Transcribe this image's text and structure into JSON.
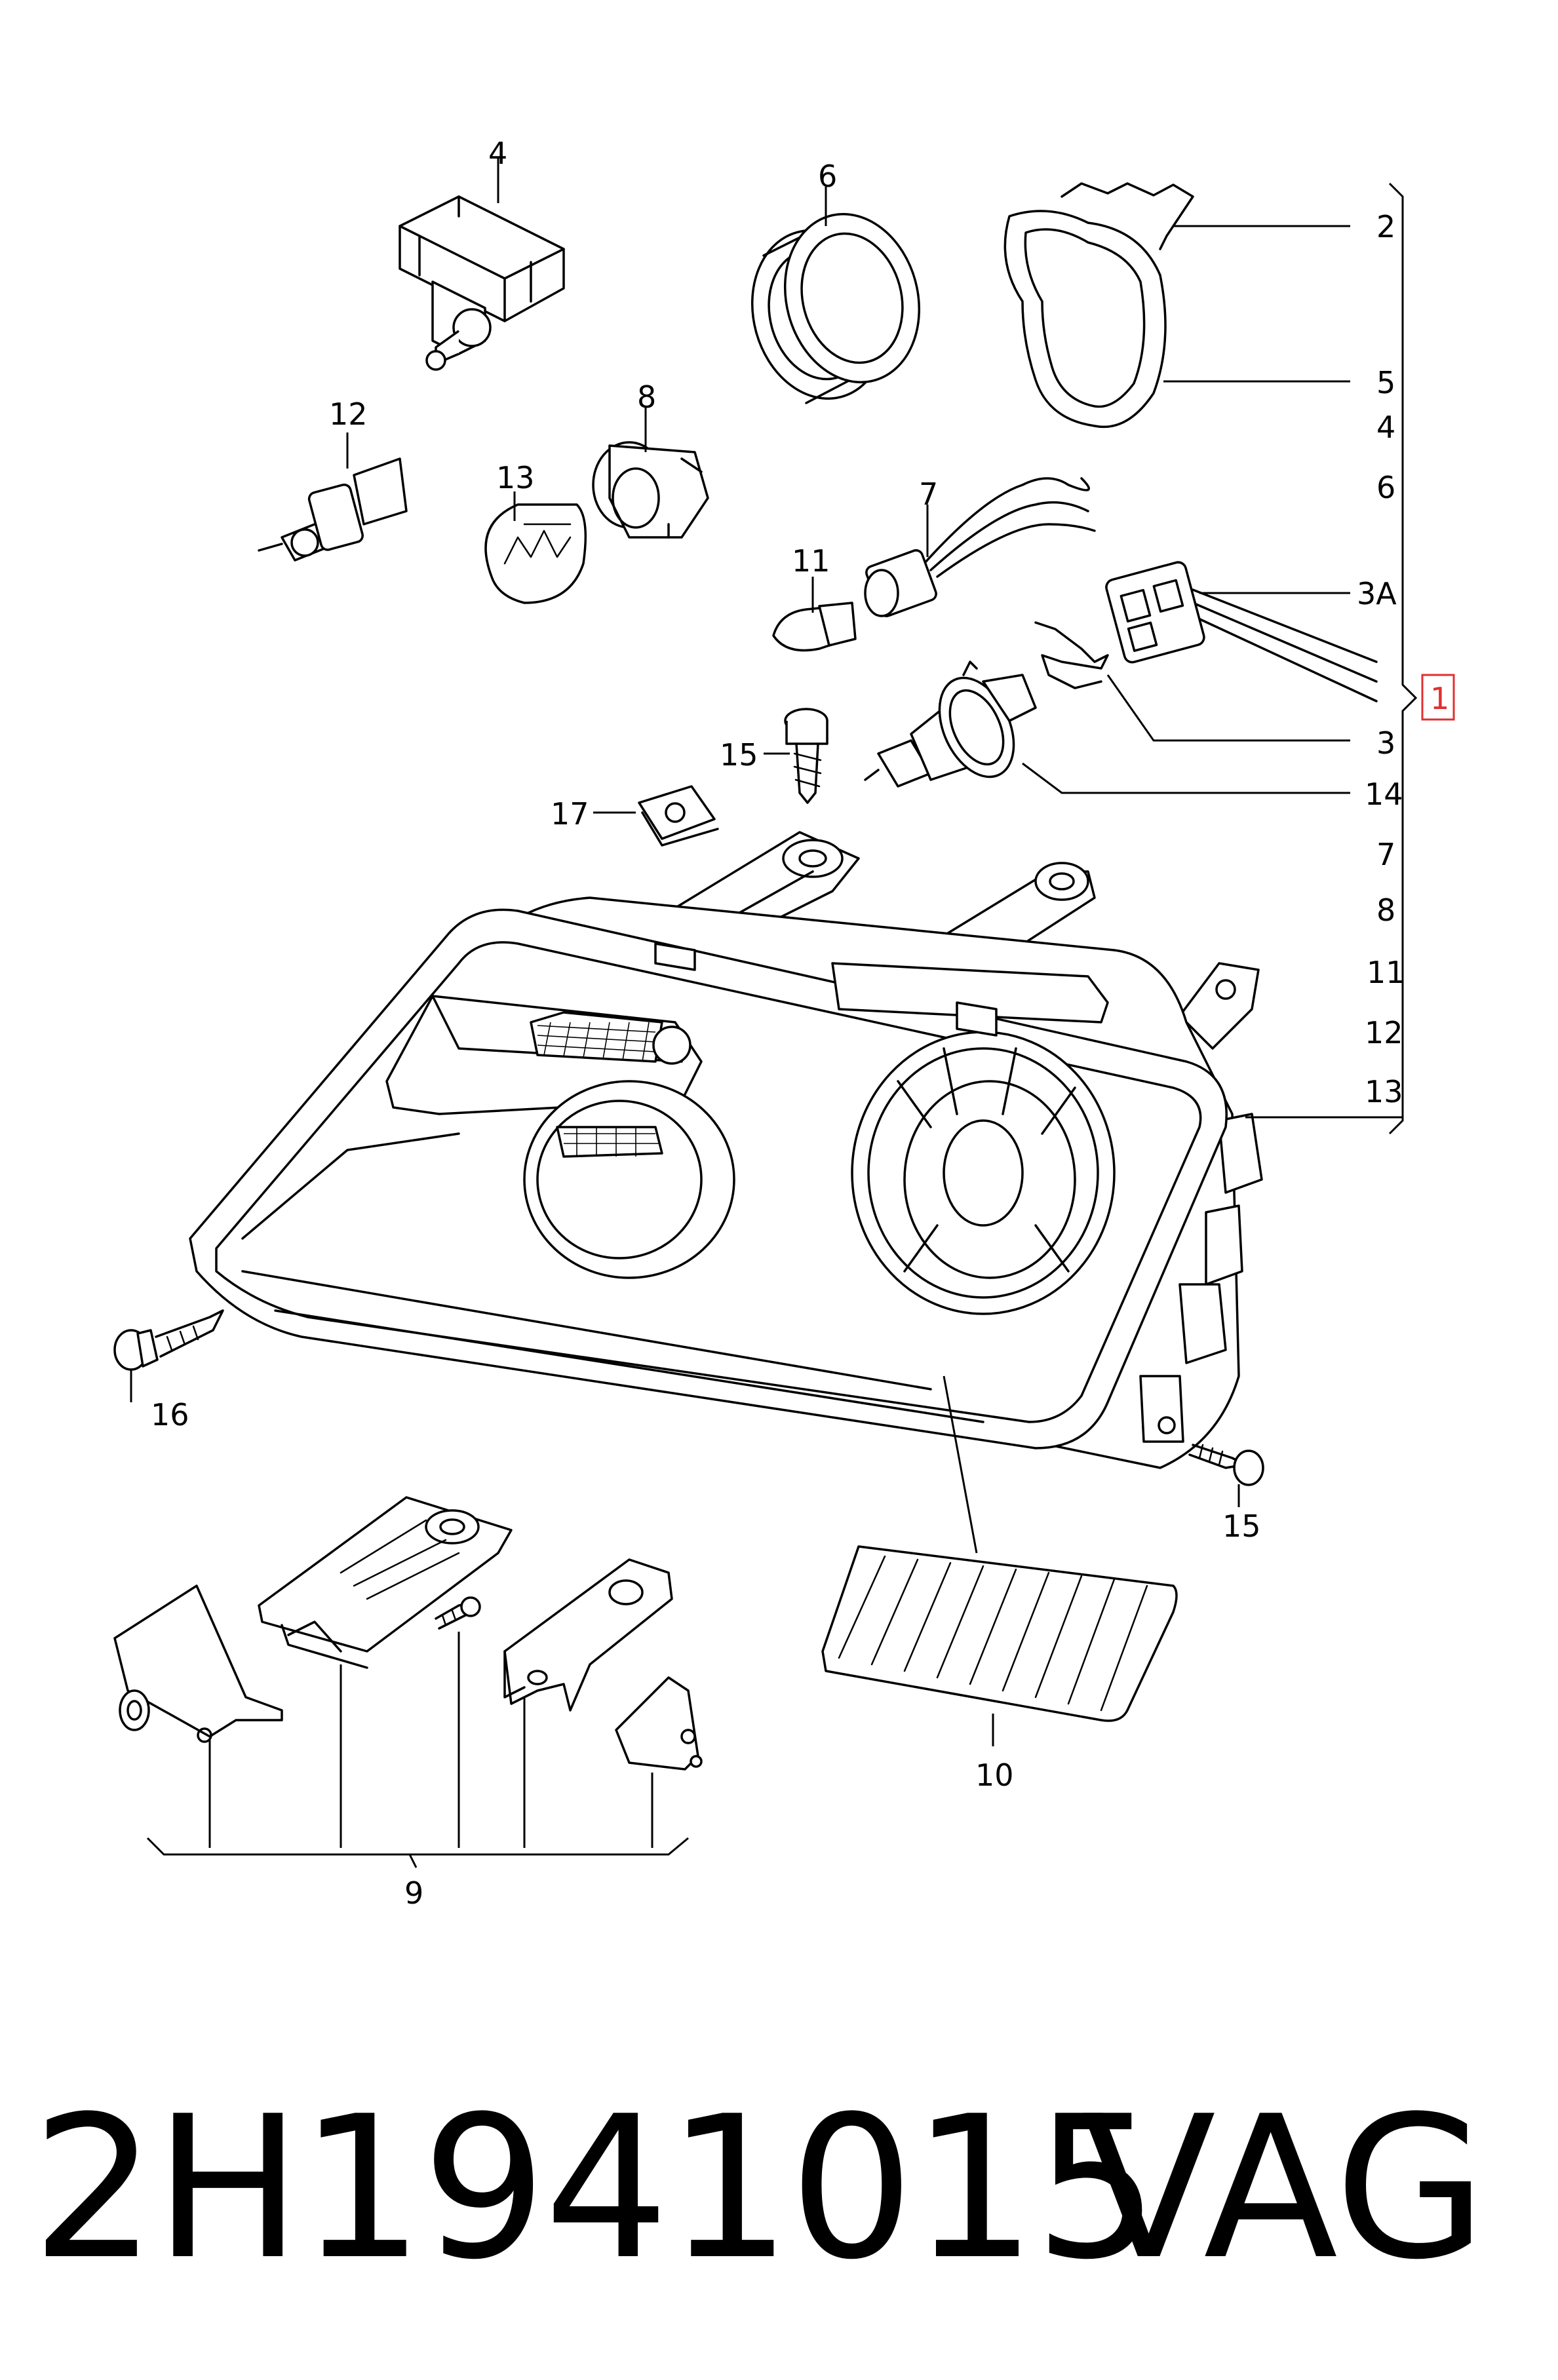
{
  "part_number": "2H1941015",
  "brand": "VAG",
  "main_assembly_label": "1",
  "callouts": {
    "c4": "4",
    "c6": "6",
    "c2": "2",
    "c5": "5",
    "c12": "12",
    "c8": "8",
    "c13": "13",
    "c7": "7",
    "c11": "11",
    "c15a": "15",
    "c17": "17",
    "c3a": "3A",
    "c3": "3",
    "c14": "14",
    "c16": "16",
    "c15b": "15",
    "c10": "10",
    "c9": "9"
  },
  "assembly_list": [
    "2",
    "5",
    "4",
    "6",
    "3A",
    "3",
    "14",
    "7",
    "8",
    "11",
    "12",
    "13"
  ],
  "colors": {
    "highlight_box": "#e03030",
    "line": "#000000"
  }
}
